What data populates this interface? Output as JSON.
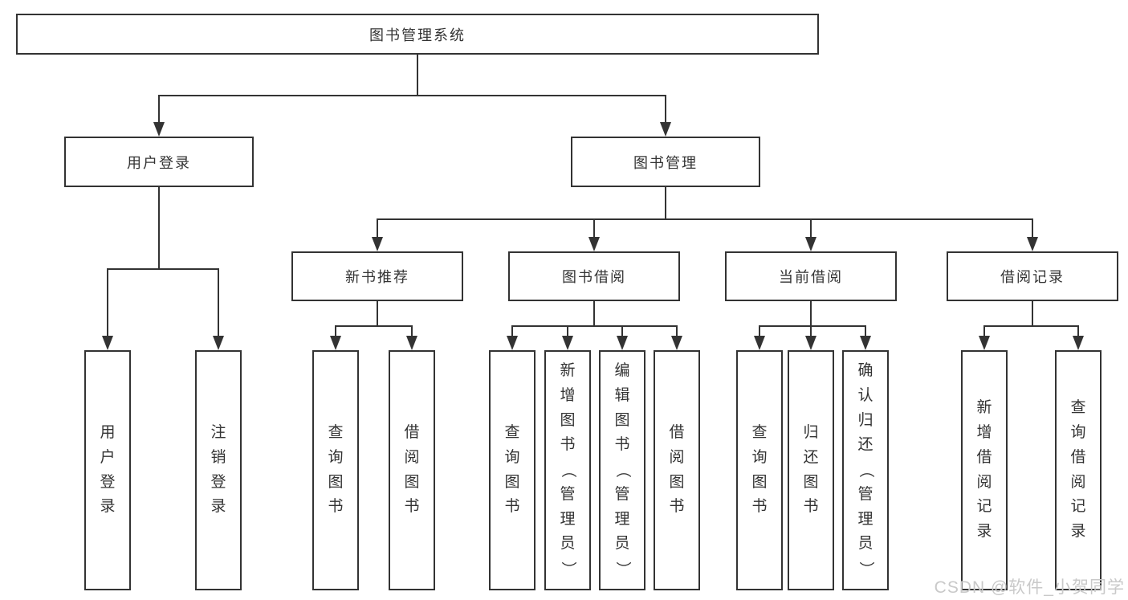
{
  "colors": {
    "line": "#333333",
    "text": "#333333",
    "background": "#ffffff",
    "watermark": "#c9c9c9"
  },
  "tree": {
    "root": {
      "label": "图书管理系统"
    },
    "branches": [
      {
        "label": "用户登录",
        "children": [
          {
            "label": "用户登录"
          },
          {
            "label": "注销登录"
          }
        ]
      },
      {
        "label": "图书管理",
        "children": [
          {
            "label": "新书推荐",
            "children": [
              {
                "label": "查询图书"
              },
              {
                "label": "借阅图书"
              }
            ]
          },
          {
            "label": "图书借阅",
            "children": [
              {
                "label": "查询图书"
              },
              {
                "label": "新增图书（管理员）"
              },
              {
                "label": "编辑图书（管理员）"
              },
              {
                "label": "借阅图书"
              }
            ]
          },
          {
            "label": "当前借阅",
            "children": [
              {
                "label": "查询图书"
              },
              {
                "label": "归还图书"
              },
              {
                "label": "确认归还（管理员）"
              }
            ]
          },
          {
            "label": "借阅记录",
            "children": [
              {
                "label": "新增借阅记录"
              },
              {
                "label": "查询借阅记录"
              }
            ]
          }
        ]
      }
    ]
  },
  "watermark": {
    "text": "CSDN @软件_小贺同学"
  }
}
